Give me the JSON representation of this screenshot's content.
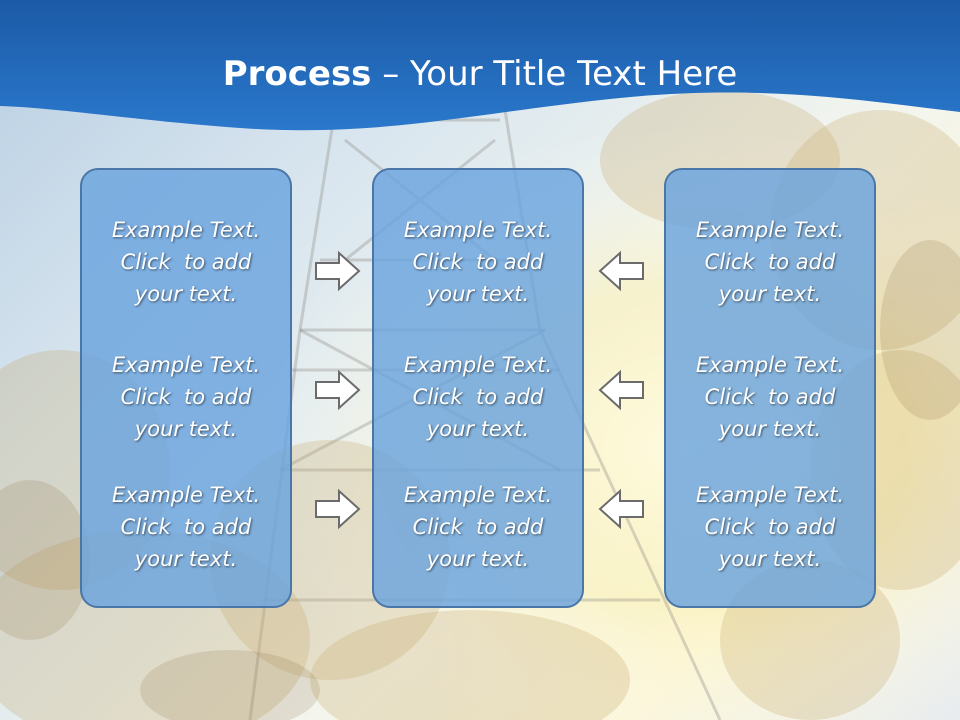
{
  "title": {
    "bold_part": "Process",
    "rest_part": " – Your Title Text Here"
  },
  "columns": [
    {
      "items": [
        {
          "line1": "Example Text.",
          "line2": "Click  to add",
          "line3": "your text."
        },
        {
          "line1": "Example Text.",
          "line2": "Click  to add",
          "line3": "your text."
        },
        {
          "line1": "Example Text.",
          "line2": "Click  to add",
          "line3": "your text."
        }
      ]
    },
    {
      "items": [
        {
          "line1": "Example Text.",
          "line2": "Click  to add",
          "line3": "your text."
        },
        {
          "line1": "Example Text.",
          "line2": "Click  to add",
          "line3": "your text."
        },
        {
          "line1": "Example Text.",
          "line2": "Click  to add",
          "line3": "your text."
        }
      ]
    },
    {
      "items": [
        {
          "line1": "Example Text.",
          "line2": "Click  to add",
          "line3": "your text."
        },
        {
          "line1": "Example Text.",
          "line2": "Click  to add",
          "line3": "your text."
        },
        {
          "line1": "Example Text.",
          "line2": "Click  to add",
          "line3": "your text."
        }
      ]
    }
  ],
  "arrows": {
    "left_to_center": [
      "arrow-right-icon",
      "arrow-right-icon",
      "arrow-right-icon"
    ],
    "right_to_center": [
      "arrow-left-icon",
      "arrow-left-icon",
      "arrow-left-icon"
    ]
  },
  "colors": {
    "header_blue": "#1f63b3",
    "box_fill": "#6aa3de",
    "box_border": "#4a76a8",
    "arrow_fill": "#ffffff",
    "arrow_stroke": "#6b6b6b"
  }
}
